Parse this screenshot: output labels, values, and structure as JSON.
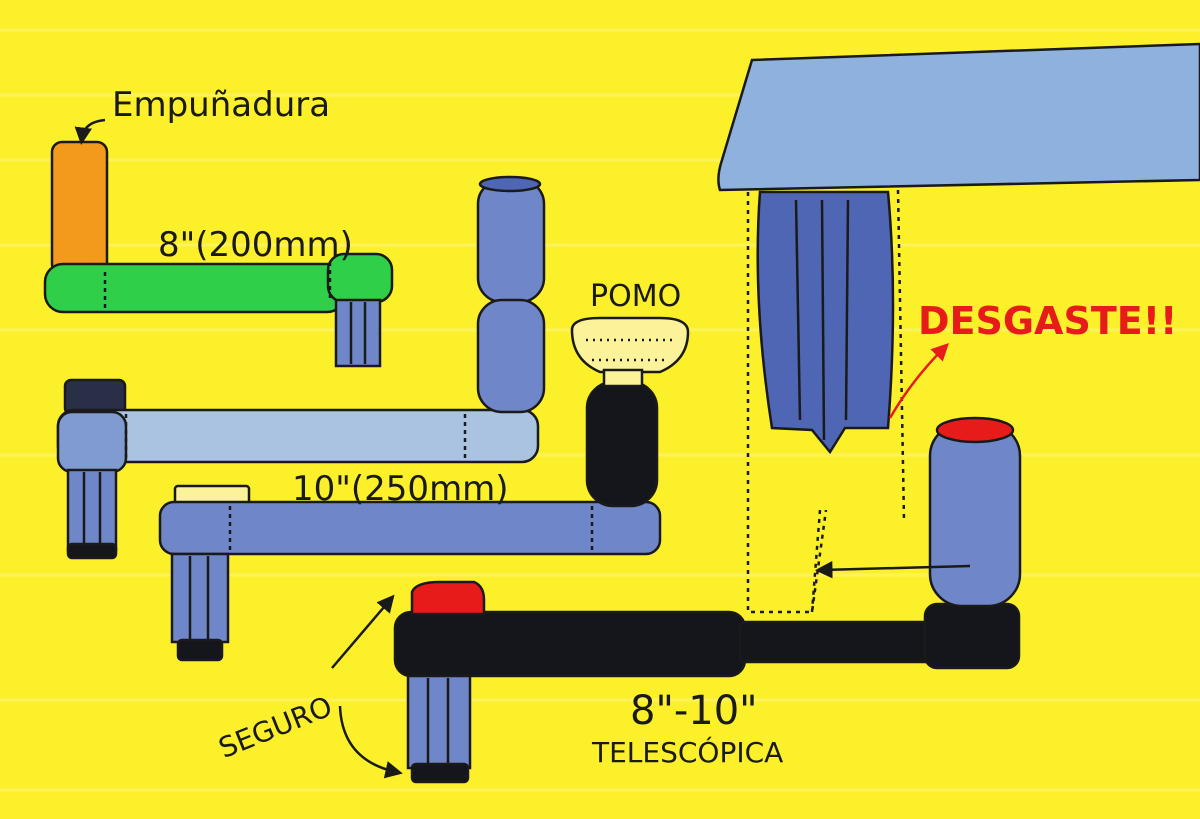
{
  "labels": {
    "empunadura": "Empuñadura",
    "size_8": "8\"(200mm)",
    "pomo": "POMO",
    "size_10": "10\"(250mm)",
    "desgaste": "DESGASTE!!",
    "seguro": "SEGURO",
    "size_range": "8\"-10\"",
    "telescopica": "TELESCÓPICA"
  },
  "colors": {
    "background": "#fbf02a",
    "handle_orange": "#f39a1c",
    "arm_green": "#2fcf4a",
    "arm_light_blue": "#a9c3e0",
    "arm_blue": "#6f86c9",
    "arm_black": "#15151c",
    "lock_red": "#e81b1b",
    "warning_red": "#e81b1b",
    "winch_top": "#8fb1dd",
    "winch_drum": "#4f66b4"
  }
}
